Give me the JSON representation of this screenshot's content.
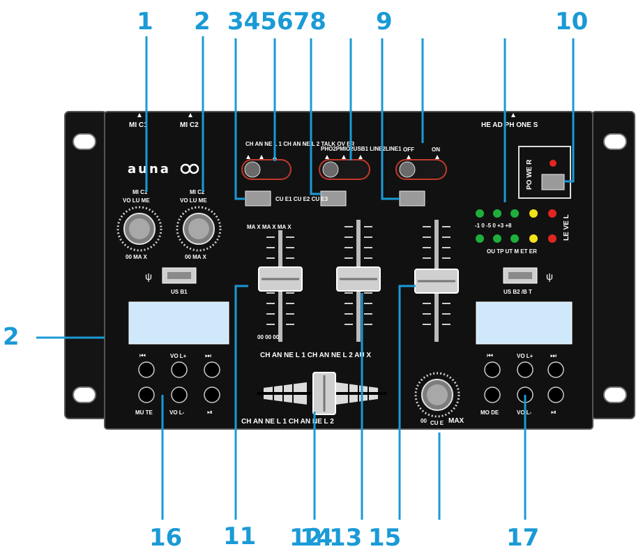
{
  "brand": "auna",
  "callouts": {
    "c1": "1",
    "c2": "2",
    "c3": "345678",
    "c9": "9",
    "c10": "10",
    "left2": "2",
    "c16": "16",
    "c11": "11",
    "c12": "12",
    "c14": "14",
    "c13": "13",
    "c15": "15",
    "c17": "17"
  },
  "panel": {
    "mic1_top": "MI C1",
    "mic2_top": "MI C2",
    "headphones": "HE AD PH ONE S",
    "selector_title": "CH AN NE L 1 CH AN NE L 2 TALK OV ER",
    "selector_sub": "PHO2PMIO2USB1 LINE2LINE1",
    "off": "OFF",
    "on": "ON",
    "power": "PO WE R",
    "mic1_vol_a": "MI C1",
    "mic1_vol_b": "VO LU ME",
    "mic2_vol_a": "MI C2",
    "mic2_vol_b": "VO LU ME",
    "cue_labels": "CU E1 CU E2 CU E3",
    "level_scale": "-1 0 -5 0 +3 +8",
    "level": "LE VE L",
    "output_meter": "OU TP UT M ET ER",
    "max_labels": "MA X MA X MA X",
    "mic1_range": "00 MA X",
    "mic2_range": "00 MA X",
    "usb1": "US B1",
    "usb2": "US B2 /B T",
    "fader_zero": "00 00 00",
    "fader_names": "CH AN NE L 1 CH AN NE L 2 AU X",
    "vol_plus_l": "VO L+",
    "vol_plus_r": "VO L+",
    "mute": "MU TE",
    "vol_minus_l": "VO L-",
    "mode": "MO DE",
    "vol_minus_r": "VO L-",
    "xfade": "CH AN NE L 1 CH AN NE L 2",
    "cue_min": "00",
    "cue": "CU E",
    "cue_max": "MAX"
  },
  "colors": {
    "callout": "#1a9ad6",
    "panel": "#111111",
    "lcd": "#cfe9fb",
    "led_green": "#1fae3b",
    "led_yellow": "#f2e21a",
    "led_red": "#e0261f"
  },
  "icons": [
    "usb-icon",
    "prev-track-icon",
    "next-track-icon",
    "play-pause-icon",
    "power-led-icon"
  ]
}
